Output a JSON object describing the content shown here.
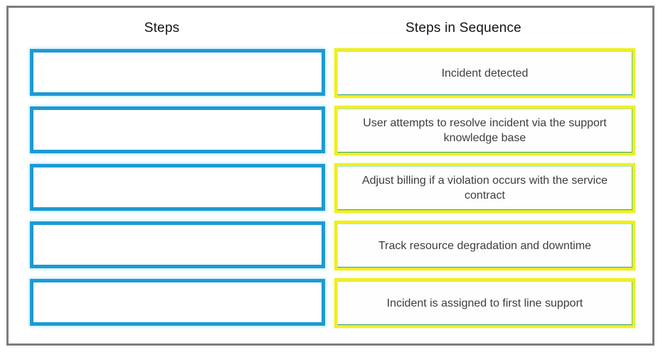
{
  "panel": {
    "left_column": {
      "header": "Steps",
      "slot_count": 5
    },
    "right_column": {
      "header": "Steps in Sequence",
      "items": [
        "Incident detected",
        "User attempts to resolve incident via the support knowledge base",
        "Adjust billing if a violation occurs with the service contract",
        "Track resource degradation and downtime",
        "Incident is assigned to first line support"
      ]
    },
    "colors": {
      "slot_border_blue": "#1d9ad3",
      "option_border_yellow": "#f0ef1f",
      "option_inner_border_green": "#2ea172",
      "frame_border_gray": "#7d7d7d",
      "text": "#3d3d3d"
    }
  }
}
